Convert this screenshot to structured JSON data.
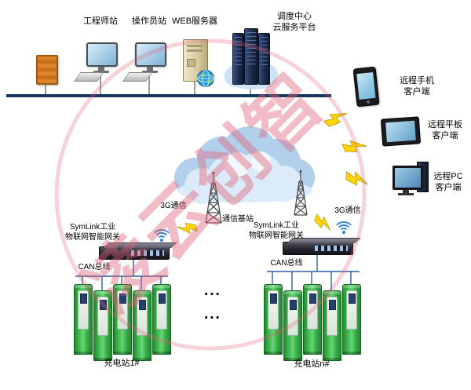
{
  "watermark": {
    "text": "凌云创智"
  },
  "top_bus": {
    "engineer_station": "工程师站",
    "operator_station": "操作员站",
    "web_server": "WEB服务器",
    "dispatch_center": "调度中心\n云服务平台"
  },
  "wireless": {
    "base_station": "通信基站",
    "g3_left": "3G通信",
    "g3_right": "3G通信"
  },
  "remote_clients": {
    "phone": "远程手机\n客户端",
    "tablet": "远程平板\n客户端",
    "pc": "远程PC\n客户端"
  },
  "gateways": {
    "left": "SymLink工业\n物联网智能网关",
    "right": "SymLink工业\n物联网智能网关",
    "can_left": "CAN总线",
    "can_right": "CAN总线"
  },
  "stations": {
    "left": "充电站1#",
    "right": "充电站n#",
    "ellipsis_top": "...",
    "ellipsis_bottom": "..."
  },
  "colors": {
    "bus-navy": "#17365d",
    "bolt-yellow": "#ffd400",
    "pile-green": "#63d873",
    "watermark-pink": "#e06278",
    "wifi-blue": "#2b7fd4",
    "can-blue": "#2e5fa3"
  }
}
